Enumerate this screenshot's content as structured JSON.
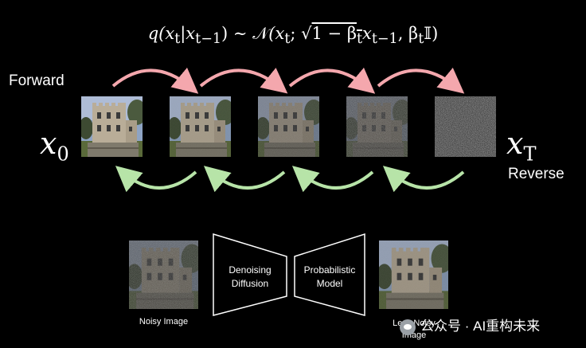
{
  "formula": {
    "lhs": "q(x",
    "lhs_sub_t": "t",
    "given": "|x",
    "given_sub": "t−1",
    "close": ") ∼ ",
    "normal": "𝒩",
    "args_open": "(x",
    "args_sub_t": "t",
    "semicolon": "; ",
    "sqrt": "√",
    "sqrt_inner": "1 − β",
    "sqrt_sub": "t",
    "after_sqrt": "x",
    "after_sqrt_sub": "t−1",
    "comma_beta": ", β",
    "beta_sub": "t",
    "identity": "𝕀)"
  },
  "labels": {
    "forward": "Forward",
    "reverse": "Reverse",
    "x0_base": "x",
    "x0_sub": "0",
    "xT_base": "x",
    "xT_sub": "T"
  },
  "noise_levels": [
    0.0,
    0.12,
    0.35,
    0.65,
    1.0
  ],
  "colors": {
    "forward_arrow": "#f4a7ad",
    "reverse_arrow": "#b7e4a8",
    "noise": "#8a8a8a"
  },
  "bottom": {
    "noisy_caption": "Noisy Image",
    "encoder_label_1": "Denoising",
    "encoder_label_2": "Diffusion",
    "decoder_label_1": "Probabilistic",
    "decoder_label_2": "Model",
    "less_noisy_caption_1": "Less Noisy",
    "less_noisy_caption_2": "Image"
  },
  "watermark": "公众号 · AI重构未来"
}
